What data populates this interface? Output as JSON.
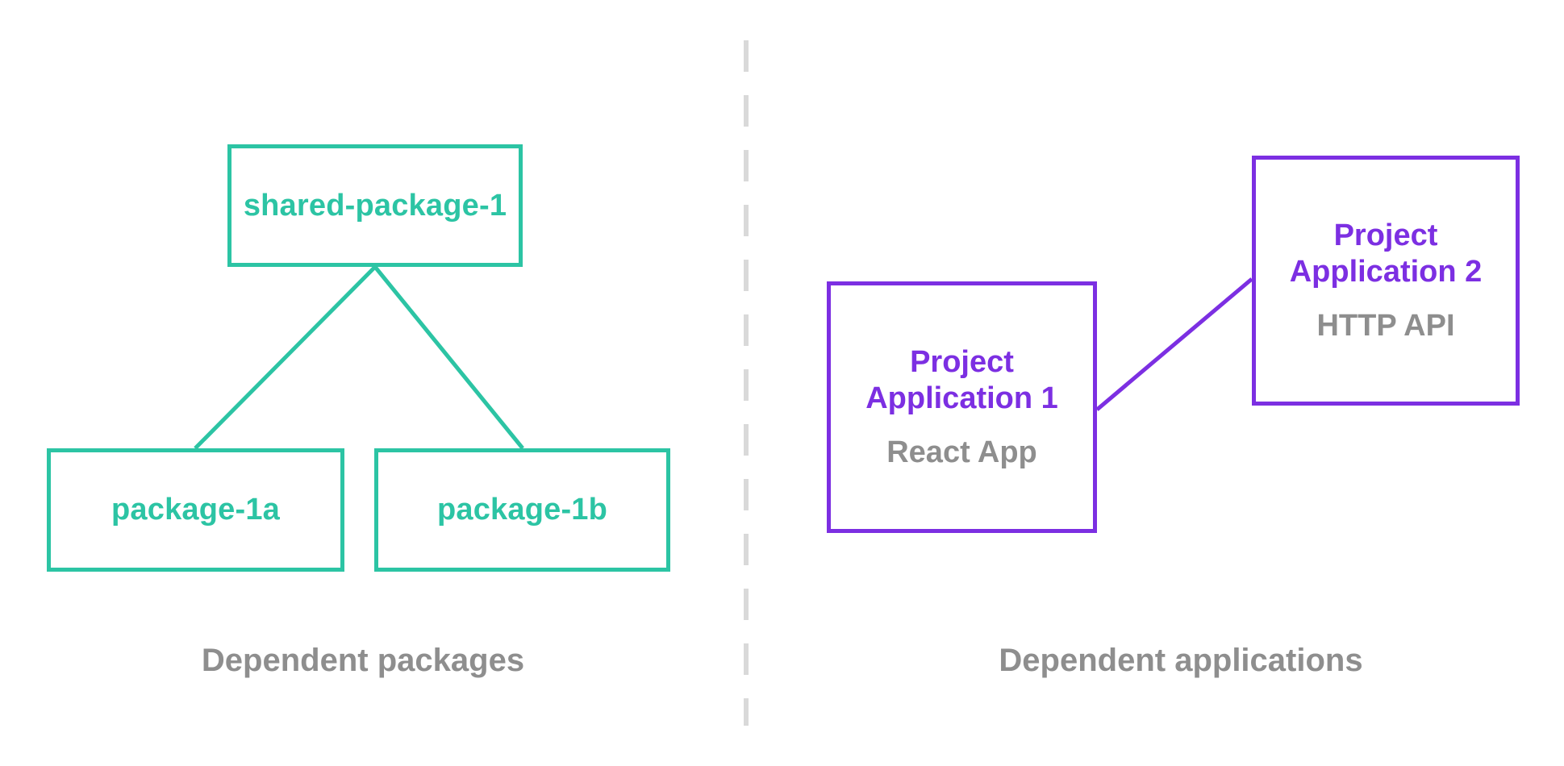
{
  "left_panel": {
    "caption": "Dependent packages",
    "root_node": {
      "label": "shared-package-1"
    },
    "child_nodes": [
      {
        "label": "package-1a"
      },
      {
        "label": "package-1b"
      }
    ]
  },
  "right_panel": {
    "caption": "Dependent applications",
    "app_nodes": [
      {
        "title": "Project Application 1",
        "subtitle": "React App"
      },
      {
        "title": "Project Application 2",
        "subtitle": "HTTP API"
      }
    ]
  },
  "colors": {
    "package_accent": "#2cc4a4",
    "app_accent": "#7c2fe2",
    "caption_text": "#8e8e8e",
    "subtitle_text": "#8e8e8e",
    "divider": "#d9d9d9",
    "background": "#ffffff"
  }
}
